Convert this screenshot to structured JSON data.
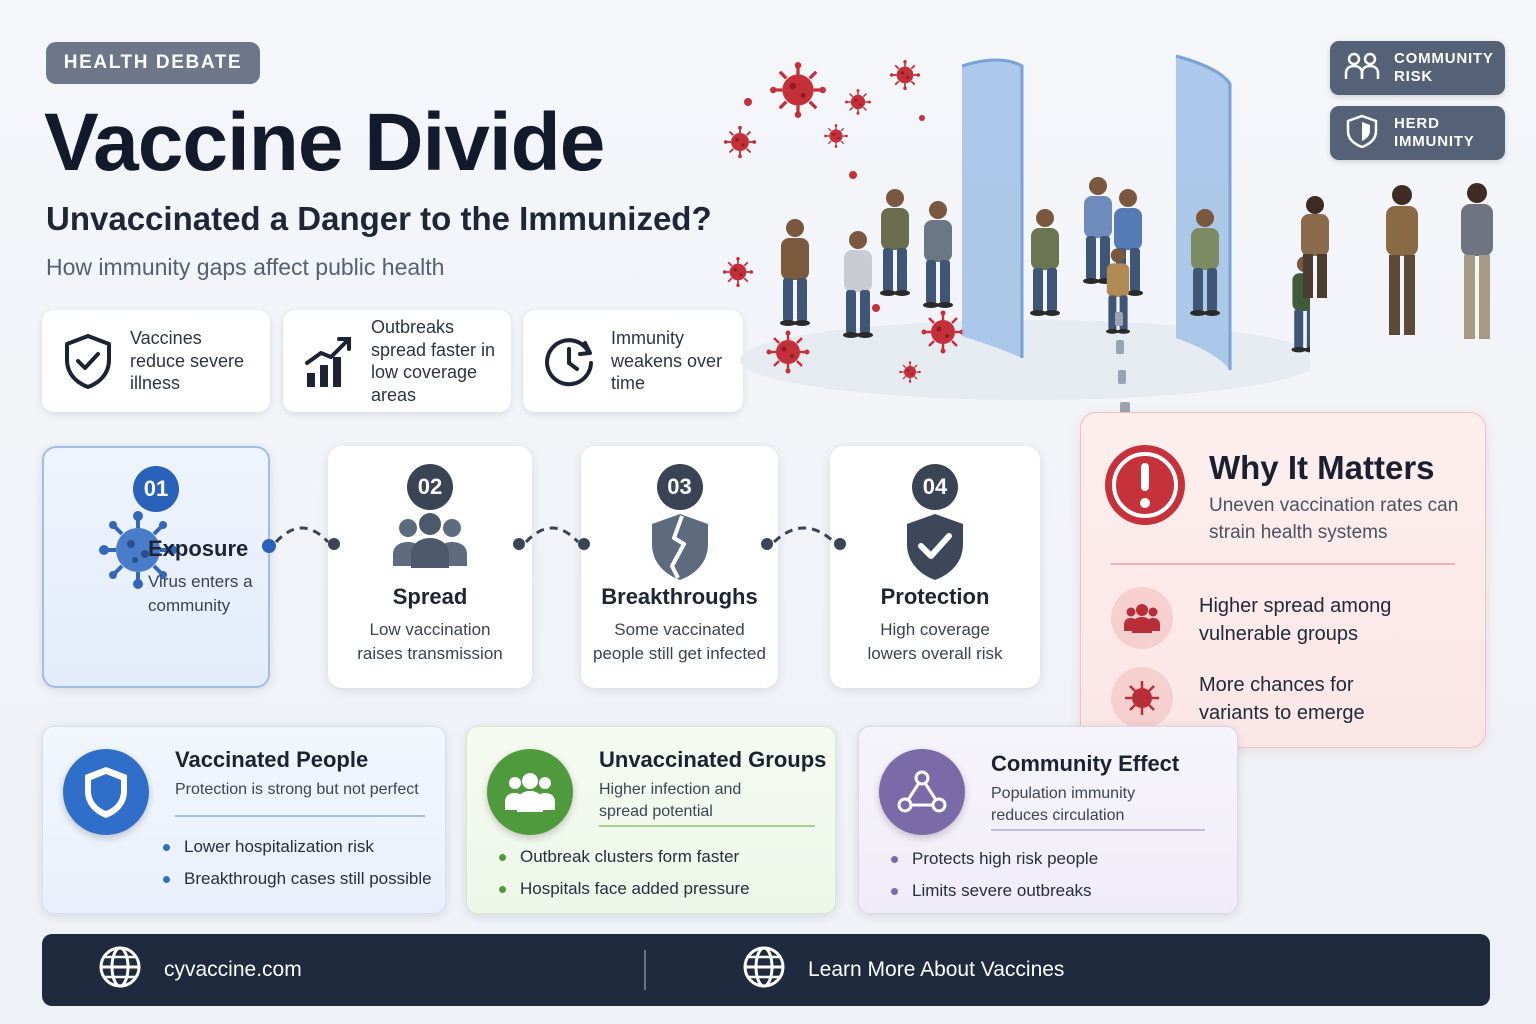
{
  "header": {
    "badge": "HEALTH DEBATE",
    "title": "Vaccine Divide",
    "subtitle": "Unvaccinated a Danger to the Immunized?",
    "tagline": "How immunity gaps affect public health"
  },
  "chips": [
    {
      "label": "COMMUNITY RISK",
      "icon": "people-icon"
    },
    {
      "label": "HERD IMMUNITY",
      "icon": "shield-icon"
    }
  ],
  "facts": [
    {
      "text": "Vaccines reduce severe illness",
      "icon": "shield-check-icon"
    },
    {
      "text": "Outbreaks spread faster in low coverage areas",
      "icon": "trend-chart-icon"
    },
    {
      "text": "Immunity weakens over time",
      "icon": "clock-icon"
    }
  ],
  "steps": [
    {
      "num": "01",
      "title": "Exposure",
      "desc": "Virus enters a community",
      "icon": "virus-icon"
    },
    {
      "num": "02",
      "title": "Spread",
      "desc": "Low vaccination raises transmission",
      "icon": "group-icon"
    },
    {
      "num": "03",
      "title": "Breakthroughs",
      "desc": "Some vaccinated people still get infected",
      "icon": "cracked-shield-icon"
    },
    {
      "num": "04",
      "title": "Protection",
      "desc": "High coverage lowers overall risk",
      "icon": "shield-check-icon"
    }
  ],
  "why": {
    "title": "Why It Matters",
    "desc": "Uneven vaccination rates can strain health systems",
    "items": [
      {
        "text": "Higher spread among vulnerable groups",
        "icon": "group-icon"
      },
      {
        "text": "More chances for variants to emerge",
        "icon": "virus-icon"
      }
    ]
  },
  "panels": [
    {
      "title": "Vaccinated People",
      "desc": "Protection is strong but not perfect",
      "bullets": [
        "Lower hospitalization risk",
        "Breakthrough cases still possible"
      ],
      "color": "#2f6fc9"
    },
    {
      "title": "Unvaccinated Groups",
      "desc": "Higher infection and spread potential",
      "bullets": [
        "Outbreak clusters form faster",
        "Hospitals face added pressure"
      ],
      "color": "#4f9a3c"
    },
    {
      "title": "Community Effect",
      "desc": "Population immunity reduces circulation",
      "bullets": [
        "Protects high risk people",
        "Limits severe outbreaks"
      ],
      "color": "#7a6aa8"
    }
  ],
  "footer": {
    "url": "cyvaccine.com",
    "cta": "Learn More About Vaccines"
  }
}
